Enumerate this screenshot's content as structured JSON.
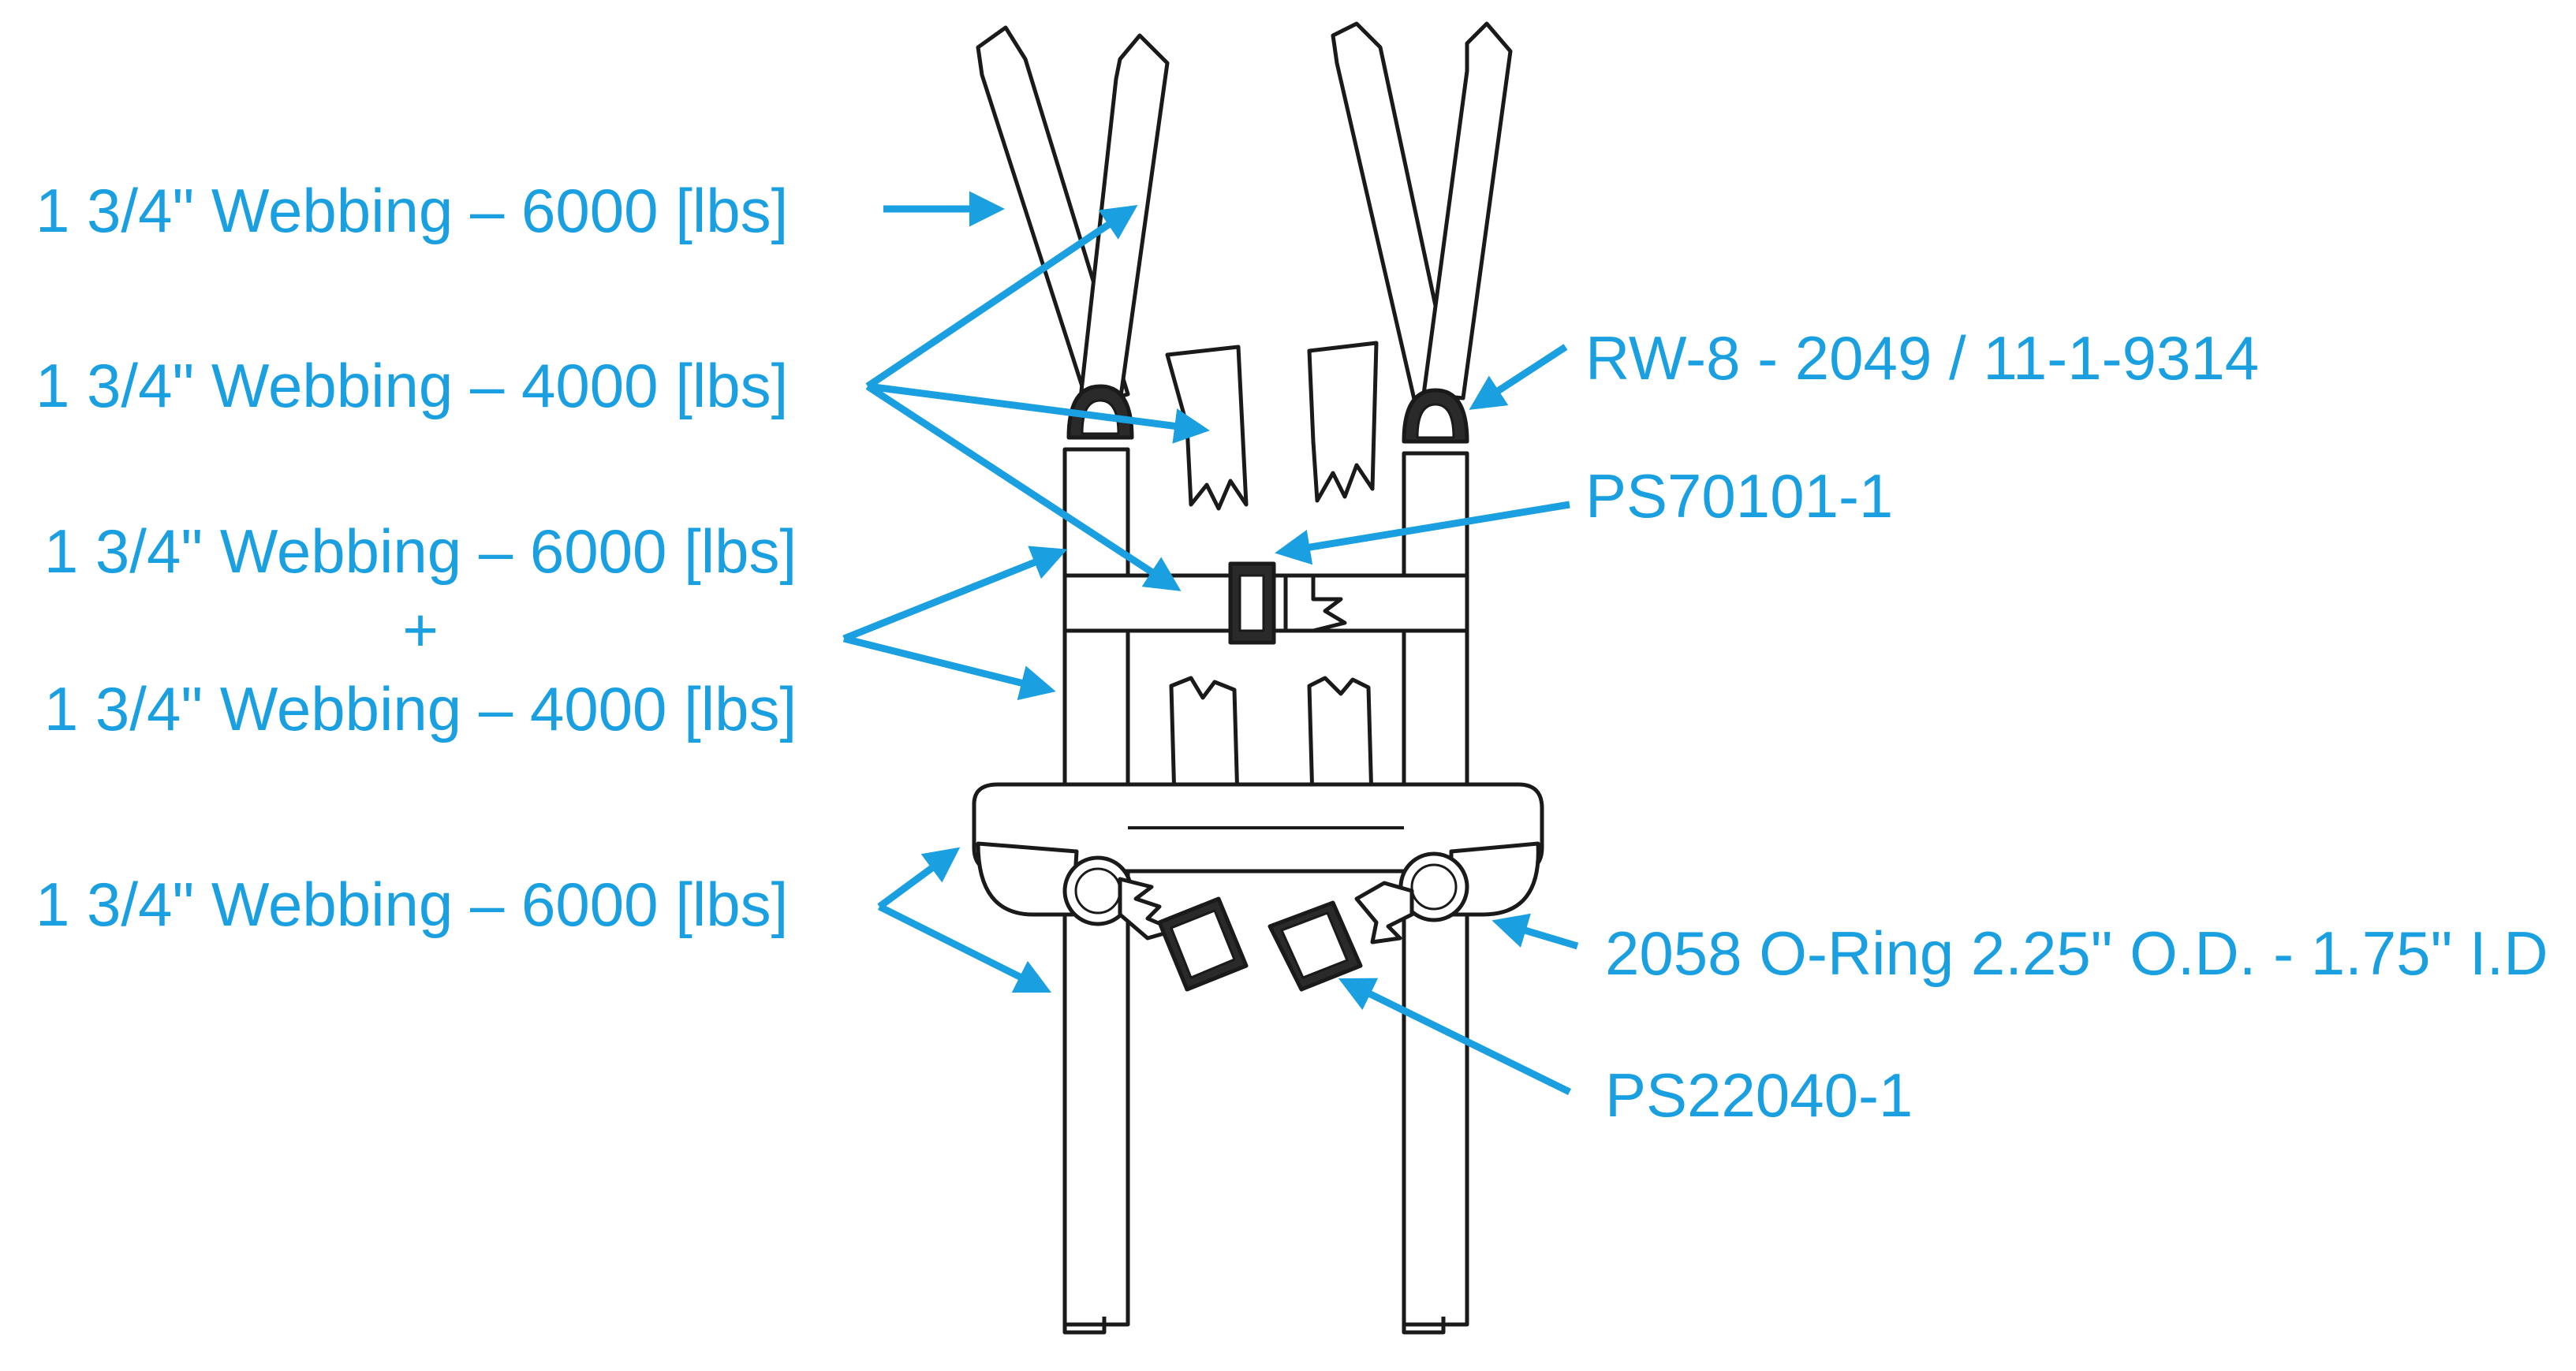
{
  "colors": {
    "callout": "#1a9fe0",
    "line_art": "#1a1a1a"
  },
  "labels": {
    "webbing_top_6000": "1 3/4\" Webbing – 6000 [lbs]",
    "webbing_4000": "1 3/4\" Webbing – 4000 [lbs]",
    "combined_line1": "1 3/4\" Webbing – 6000 [lbs]",
    "combined_plus": "+",
    "combined_line2": "1 3/4\" Webbing – 4000 [lbs]",
    "webbing_bottom_6000": "1 3/4\" Webbing – 6000 [lbs]",
    "rw8": "RW-8 - 2049 / 11-1-9314",
    "ps70101": "PS70101-1",
    "oring": "2058 O-Ring 2.25\" O.D. - 1.75\" I.D",
    "ps22040": "PS22040-1"
  }
}
